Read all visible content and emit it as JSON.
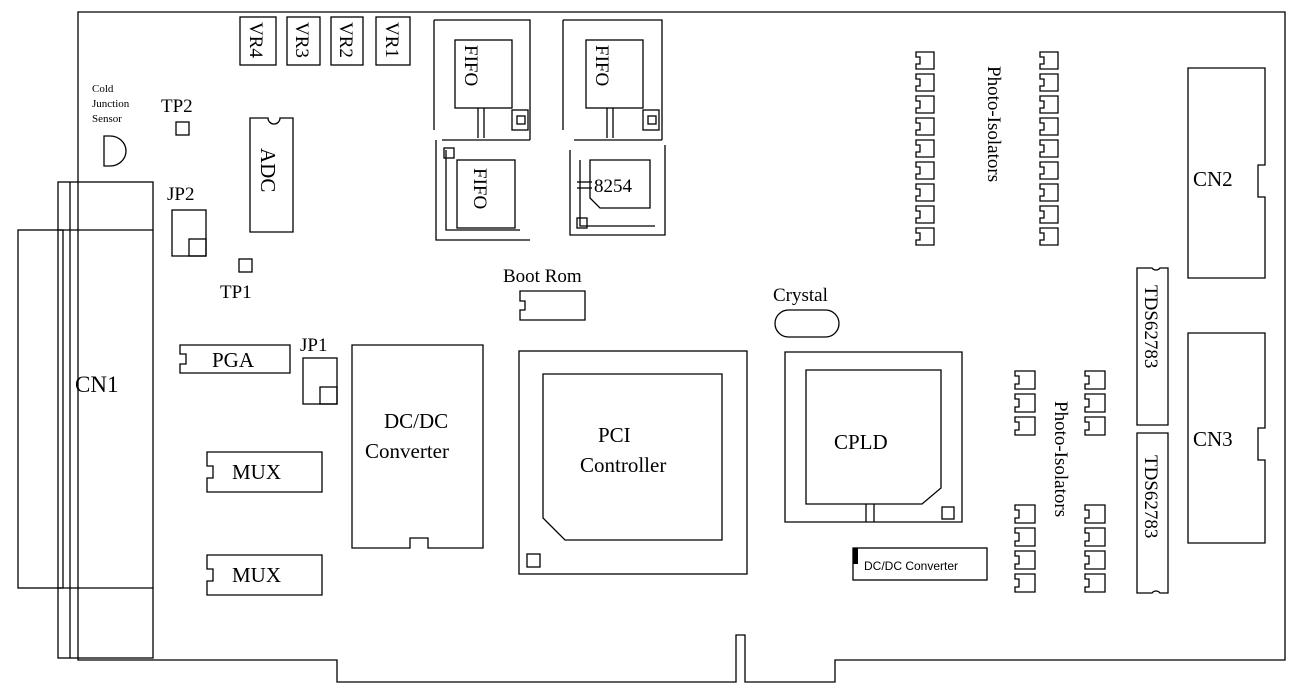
{
  "labels": {
    "vr4": "VR4",
    "vr3": "VR3",
    "vr2": "VR2",
    "vr1": "VR1",
    "fifo": "FIFO",
    "ic_8254": "8254",
    "photo_isolators": "Photo-Isolators",
    "cn2": "CN2",
    "cn3": "CN3",
    "cn1": "CN1",
    "cold_junction": [
      "Cold",
      "Junction",
      "Sensor"
    ],
    "tp2": "TP2",
    "tp1": "TP1",
    "jp2": "JP2",
    "jp1": "JP1",
    "adc": "ADC",
    "boot_rom": "Boot Rom",
    "crystal": "Crystal",
    "tds": "TDS62783",
    "pga": "PGA",
    "mux": "MUX",
    "dcdc_big": [
      "DC/DC",
      "Converter"
    ],
    "pci": [
      "PCI",
      "Controller"
    ],
    "cpld": "CPLD",
    "dcdc_small": "DC/DC Converter"
  }
}
